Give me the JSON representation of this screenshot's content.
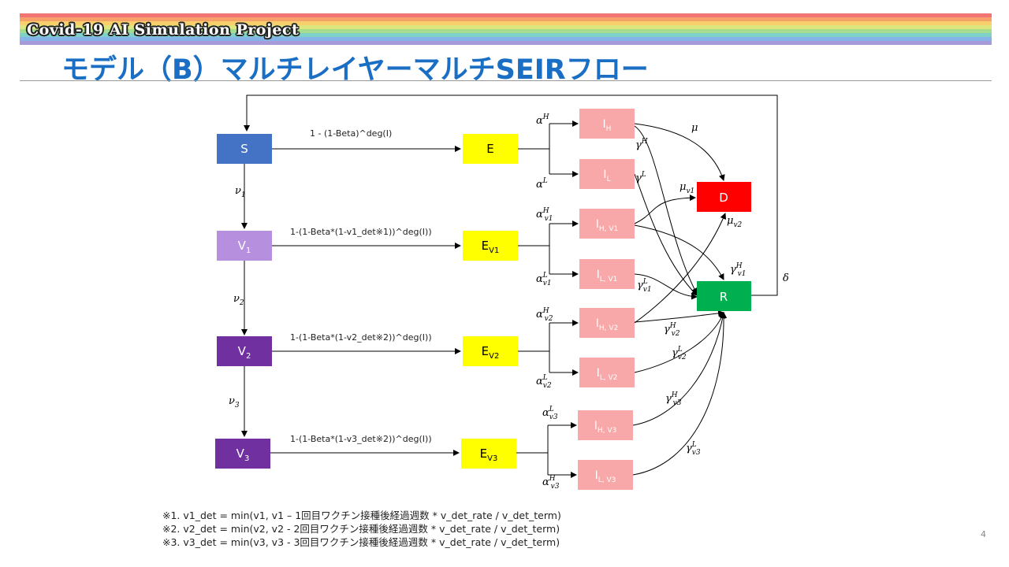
{
  "header": {
    "brand": "Covid-19 AI Simulation Project",
    "title": "モデル（B）マルチレイヤーマルチSEIRフロー",
    "rainbow_colors": [
      "#f27474",
      "#f6a06a",
      "#f7cf6d",
      "#dde67c",
      "#a6dc8f",
      "#7fd0c8",
      "#86b4e8",
      "#a79ad8"
    ]
  },
  "nodes": {
    "S": {
      "label": "S",
      "sub": "",
      "color": "#4472c4"
    },
    "V1": {
      "label": "V",
      "sub": "1",
      "color": "#b690de"
    },
    "V2": {
      "label": "V",
      "sub": "2",
      "color": "#7030a0"
    },
    "V3": {
      "label": "V",
      "sub": "3",
      "color": "#7030a0"
    },
    "E": {
      "label": "E",
      "sub": "",
      "color": "#ffff00"
    },
    "EV1": {
      "label": "E",
      "sub": "V1",
      "color": "#ffff00"
    },
    "EV2": {
      "label": "E",
      "sub": "V2",
      "color": "#ffff00"
    },
    "EV3": {
      "label": "E",
      "sub": "V3",
      "color": "#ffff00"
    },
    "IH": {
      "label": "I",
      "sub": "H",
      "color": "#f8a8a8"
    },
    "IL": {
      "label": "I",
      "sub": "L",
      "color": "#f8a8a8"
    },
    "IHV1": {
      "label": "I",
      "sub": "H, V1",
      "color": "#f8a8a8"
    },
    "ILV1": {
      "label": "I",
      "sub": "L, V1",
      "color": "#f8a8a8"
    },
    "IHV2": {
      "label": "I",
      "sub": "H, V2",
      "color": "#f8a8a8"
    },
    "ILV2": {
      "label": "I",
      "sub": "L, V2",
      "color": "#f8a8a8"
    },
    "IHV3": {
      "label": "I",
      "sub": "H, V3",
      "color": "#f8a8a8"
    },
    "ILV3": {
      "label": "I",
      "sub": "L, V3",
      "color": "#f8a8a8"
    },
    "D": {
      "label": "D",
      "sub": "",
      "color": "#ff0000"
    },
    "R": {
      "label": "R",
      "sub": "",
      "color": "#00b050"
    }
  },
  "edge_labels": {
    "s_e": "1 - (1-Beta)^deg(I)",
    "v1_e": "1-(1-Beta*(1-v1_det※1))^deg(I))",
    "v2_e": "1-(1-Beta*(1-v2_det※2))^deg(I))",
    "v3_e": "1-(1-Beta*(1-v3_det※2))^deg(I))"
  },
  "greek": {
    "nu1": {
      "base": "ν",
      "sub": "1",
      "sup": ""
    },
    "nu2": {
      "base": "ν",
      "sub": "2",
      "sup": ""
    },
    "nu3": {
      "base": "ν",
      "sub": "3",
      "sup": ""
    },
    "aH": {
      "base": "α",
      "sub": "",
      "sup": "H"
    },
    "aL": {
      "base": "α",
      "sub": "",
      "sup": "L"
    },
    "aHv1": {
      "base": "α",
      "sub": "v1",
      "sup": "H"
    },
    "aLv1": {
      "base": "α",
      "sub": "v1",
      "sup": "L"
    },
    "aHv2": {
      "base": "α",
      "sub": "v2",
      "sup": "H"
    },
    "aLv2": {
      "base": "α",
      "sub": "v2",
      "sup": "L"
    },
    "aLv3": {
      "base": "α",
      "sub": "v3",
      "sup": "L"
    },
    "aHv3": {
      "base": "α",
      "sub": "v3",
      "sup": "H"
    },
    "mu": {
      "base": "μ",
      "sub": "",
      "sup": ""
    },
    "muv1": {
      "base": "μ",
      "sub": "v1",
      "sup": ""
    },
    "muv2": {
      "base": "μ",
      "sub": "v2",
      "sup": ""
    },
    "gH": {
      "base": "γ",
      "sub": "",
      "sup": "H"
    },
    "gL": {
      "base": "γ",
      "sub": "",
      "sup": "L"
    },
    "gHv1": {
      "base": "γ",
      "sub": "v1",
      "sup": "H"
    },
    "gLv1": {
      "base": "γ",
      "sub": "v1",
      "sup": "L"
    },
    "gHv2": {
      "base": "γ",
      "sub": "v2",
      "sup": "H"
    },
    "gLv2": {
      "base": "γ",
      "sub": "v2",
      "sup": "L"
    },
    "gHv3": {
      "base": "γ",
      "sub": "v3",
      "sup": "H"
    },
    "gLv3": {
      "base": "γ",
      "sub": "v3",
      "sup": "L"
    },
    "delta": {
      "base": "δ",
      "sub": "",
      "sup": ""
    }
  },
  "footnotes": [
    "※1. v1_det = min(v1, v1 – 1回目ワクチン接種後経過週数 * v_det_rate / v_det_term)",
    "※2. v2_det = min(v2, v2 - 2回目ワクチン接種後経過週数 * v_det_rate / v_det_term)",
    "※3. v3_det = min(v3, v3 - 3回目ワクチン接種後経過週数 * v_det_rate / v_det_term)"
  ],
  "page_number": "4"
}
